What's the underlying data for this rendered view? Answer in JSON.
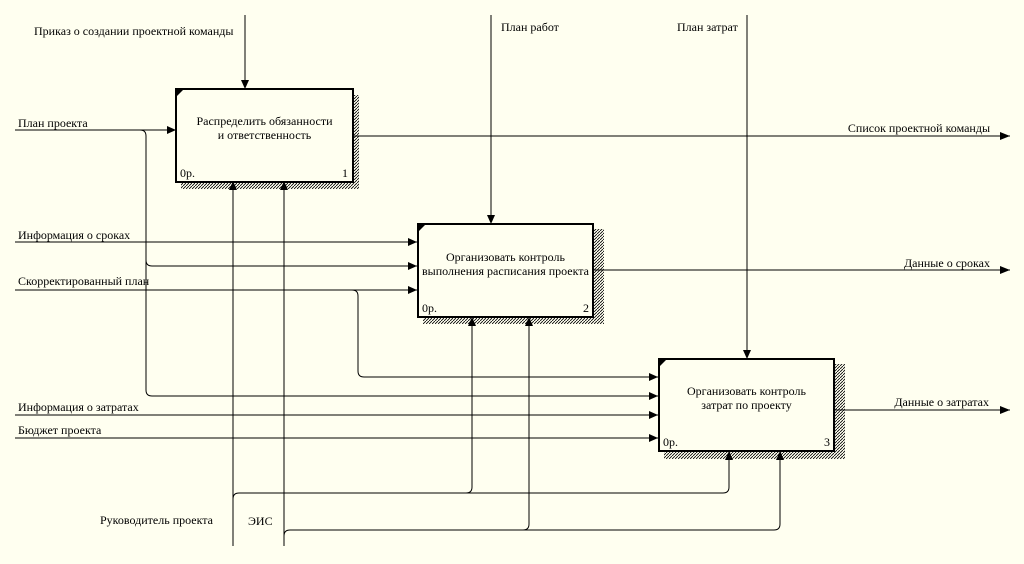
{
  "boxes": [
    {
      "id": "a1",
      "line1": "Распределить обязанности",
      "line2": "и ответственность",
      "cost": "0р.",
      "num": "1"
    },
    {
      "id": "a2",
      "line1": "Организовать контроль",
      "line2": "выполнения расписания проекта",
      "cost": "0р.",
      "num": "2"
    },
    {
      "id": "a3",
      "line1": "Организовать контроль",
      "line2": "затрат по проекту",
      "cost": "0р.",
      "num": "3"
    }
  ],
  "inputs": {
    "plan_proekta": "План проекта",
    "info_sroki": "Информация о сроках",
    "skorr_plan": "Скорректированный план",
    "info_zatraty": "Информация о затратах",
    "budget": "Бюджет проекта"
  },
  "controls": {
    "prikaz": "Приказ о создании проектной команды",
    "plan_rabot": "План работ",
    "plan_zatrat": "План затрат"
  },
  "outputs": {
    "spisok": "Список проектной команды",
    "dannye_sroki": "Данные о сроках",
    "dannye_zatraty": "Данные о затратах"
  },
  "mechanisms": {
    "rukovoditel": "Руководитель проекта",
    "eis": "ЭИС"
  }
}
